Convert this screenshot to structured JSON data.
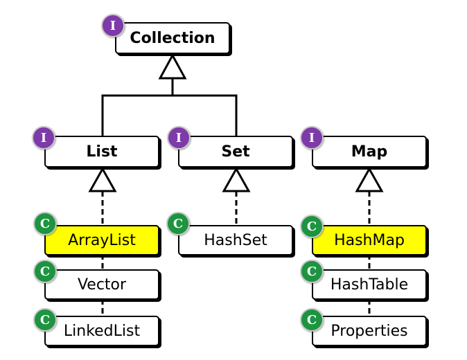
{
  "badges": {
    "interface_letter": "I",
    "class_letter": "C"
  },
  "colors": {
    "interface_badge": "#7d3aa8",
    "class_badge": "#1d9440",
    "highlight": "#ffff00"
  },
  "nodes": {
    "collection": {
      "label": "Collection",
      "kind": "interface"
    },
    "list": {
      "label": "List",
      "kind": "interface"
    },
    "set": {
      "label": "Set",
      "kind": "interface"
    },
    "map": {
      "label": "Map",
      "kind": "interface"
    },
    "arraylist": {
      "label": "ArrayList",
      "kind": "class",
      "highlighted": true
    },
    "vector": {
      "label": "Vector",
      "kind": "class"
    },
    "linkedlist": {
      "label": "LinkedList",
      "kind": "class"
    },
    "hashset": {
      "label": "HashSet",
      "kind": "class"
    },
    "hashmap": {
      "label": "HashMap",
      "kind": "class",
      "highlighted": true
    },
    "hashtable": {
      "label": "HashTable",
      "kind": "class"
    },
    "properties": {
      "label": "Properties",
      "kind": "class"
    }
  },
  "relations": [
    {
      "from": "list",
      "to": "collection",
      "type": "extends"
    },
    {
      "from": "set",
      "to": "collection",
      "type": "extends"
    },
    {
      "from": "arraylist",
      "to": "list",
      "type": "implements"
    },
    {
      "from": "vector",
      "to": "list",
      "type": "implements"
    },
    {
      "from": "linkedlist",
      "to": "list",
      "type": "implements"
    },
    {
      "from": "hashset",
      "to": "set",
      "type": "implements"
    },
    {
      "from": "hashmap",
      "to": "map",
      "type": "implements"
    },
    {
      "from": "hashtable",
      "to": "map",
      "type": "implements"
    },
    {
      "from": "properties",
      "to": "map",
      "type": "implements"
    }
  ]
}
